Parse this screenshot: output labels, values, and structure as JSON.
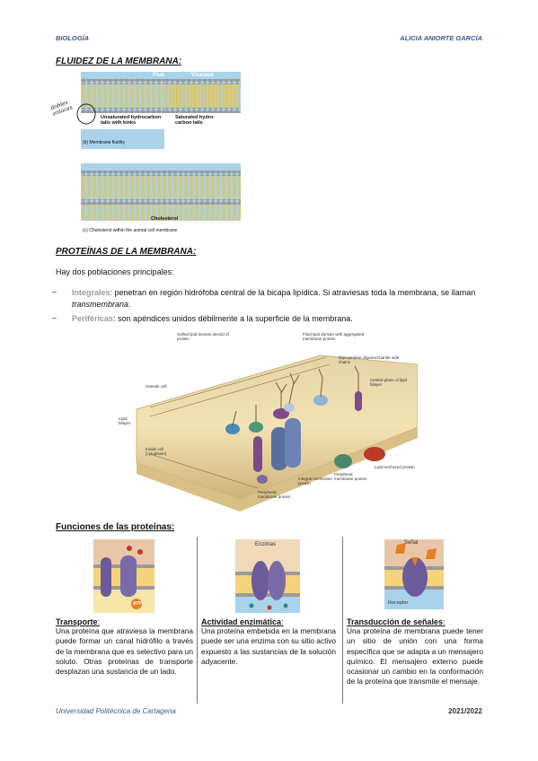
{
  "header": {
    "left": "BIOLOGÍA",
    "right": "ALICIA ANIORTE GARCÍA"
  },
  "fluidez": {
    "title": "FLUIDEZ DE LA MEMBRANA:",
    "panel_fluid": "Fluid",
    "panel_viscous": "Viscous",
    "handwritten": "dobles enlaces",
    "unsat_label": "Unsaturated hydrocarbon tails with kinks",
    "sat_label": "Saturated hydro-carbon tails",
    "caption_b": "(b) Membrane fluidity",
    "chol_label": "Cholesterol",
    "caption_c": "(c) Cholesterol within the animal cell membrane"
  },
  "proteinas": {
    "title": "PROTEÍNAS DE LA MEMBRANA:",
    "intro": "Hay dos poblaciones principales:",
    "items": [
      {
        "dash": "–",
        "term": "Integrales",
        "text_a": ": penetran en región hidrófoba central de la bicapa lipídica. Si atraviesas toda la membrana, se llaman ",
        "italic": "transmembrana",
        "text_b": "."
      },
      {
        "dash": "–",
        "term": "Periféricas",
        "text_a": ": son apéndices unidos débilmente a la superficie de la membrana.",
        "italic": "",
        "text_b": ""
      }
    ],
    "diagram": {
      "gelled": "Gelled lipid domain devoid of protein",
      "fluid_domain": "Fluid lipid domain with aggregated membrane protein",
      "glyco": "Glycoprotein oligosaccharide side chains",
      "central_plane": "Central plane of lipid bilayer",
      "outside": "Outside cell",
      "lipid_bilayer": "Lipid bilayer",
      "inside": "Inside cell (cytoplasm)",
      "peripheral1": "Peripheral membrane protein",
      "integral": "Integral membrane protein",
      "peripheral2": "Peripheral membrane protein",
      "lipid_anchored": "Lipid-anchored protein"
    }
  },
  "funciones": {
    "title": "Funciones de las proteínas:",
    "columns": [
      {
        "heading": "Transporte",
        "suffix": ":",
        "img_label": "ATP",
        "text": "Una proteína que atraviesa la membrana puede formar un canal hidrófilo a través de la membrana que es selectivo para un soluto. Otras proteínas de transporte desplazan una sustancia de un lado."
      },
      {
        "heading": "Actividad enzimática",
        "suffix": ":",
        "img_label": "Enzimas",
        "text": "Una proteína embebida en la membrana puede ser una enzima con su sitio activo expuesto a las sustancias de la solución adyacente."
      },
      {
        "heading": "Transducción de señales",
        "suffix": ":",
        "img_label": "Señal",
        "img_label2": "Receptor",
        "text": "Una proteína de membrana puede tener un sitio de unión con una forma específica que se adapta a un mensajero químico. El mensajero externo puede ocasionar un cambio en la conformación de la proteína que transmite el mensaje."
      }
    ]
  },
  "footer": {
    "left": "Universidad Politécnica de Cartagena",
    "right": "2021/2022"
  },
  "colors": {
    "header_blue": "#3b5a8a",
    "lipid_head": "#9a9a9a",
    "lipid_tail": "#e7c24a",
    "water_blue": "#a9d3ea"
  }
}
